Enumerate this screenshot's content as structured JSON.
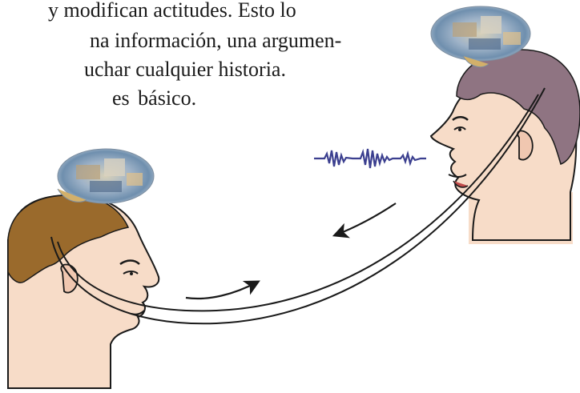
{
  "text": {
    "line1": "y modifican actitudes. Esto lo",
    "line2": "na información, una argumen-",
    "line3": "uchar cualquier historia.",
    "line4": "es  básico."
  },
  "colors": {
    "skin": "#f7dcc8",
    "skin_shadow": "#e9bfa6",
    "hair_left": "#9a6a2c",
    "hair_right": "#8f7482",
    "outline": "#1a1a1a",
    "wave": "#3b3f8f",
    "background": "#ffffff"
  }
}
